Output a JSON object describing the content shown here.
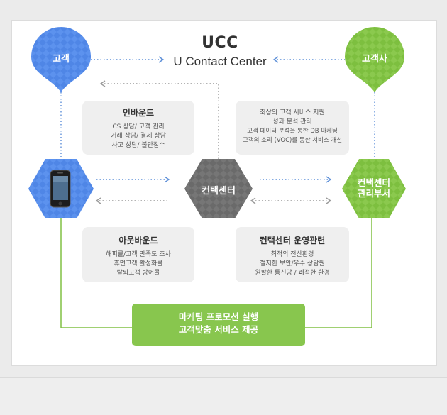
{
  "title": {
    "main": "UCC",
    "sub": "U Contact Center"
  },
  "nodes": {
    "customer": "고객",
    "client_company": "고객사",
    "contact_center": "컨택센터",
    "management_dept": [
      "컨택센터",
      "관리부서"
    ]
  },
  "boxes": {
    "inbound": {
      "title": "인바운드",
      "lines": [
        "CS 상담/ 고객 관리",
        "거래 상담/ 결제 상담",
        "사고 상담/ 불만접수"
      ]
    },
    "service": {
      "lines": [
        "최상의 고객 서비스 지원",
        "성과 분석 관리",
        "고객 데이터 분석을 통한 DB 마케팅",
        "고객의 소리 (VOC)를 통한 서비스 개선"
      ]
    },
    "outbound": {
      "title": "아웃바운드",
      "lines": [
        "해피콜/고객 만족도 조사",
        "휴면고객 활성화콜",
        "탈퇴고객 방어콜"
      ]
    },
    "operations": {
      "title": "컨택센터 운영관련",
      "lines": [
        "최적의 전산환경",
        "철저한 보안/우수 상담원",
        "원활한 통신망 / 쾌적한 환경"
      ]
    }
  },
  "promo": {
    "lines": [
      "마케팅 프로모션 실행",
      "고객맞춤 서비스 제공"
    ]
  },
  "colors": {
    "blue": "#4f86e6",
    "green": "#80c043",
    "gray": "#6e6e6e",
    "dotted_blue": "#5d8fd8",
    "dotted_gray": "#9a9a9a",
    "line_green": "#80c043"
  }
}
